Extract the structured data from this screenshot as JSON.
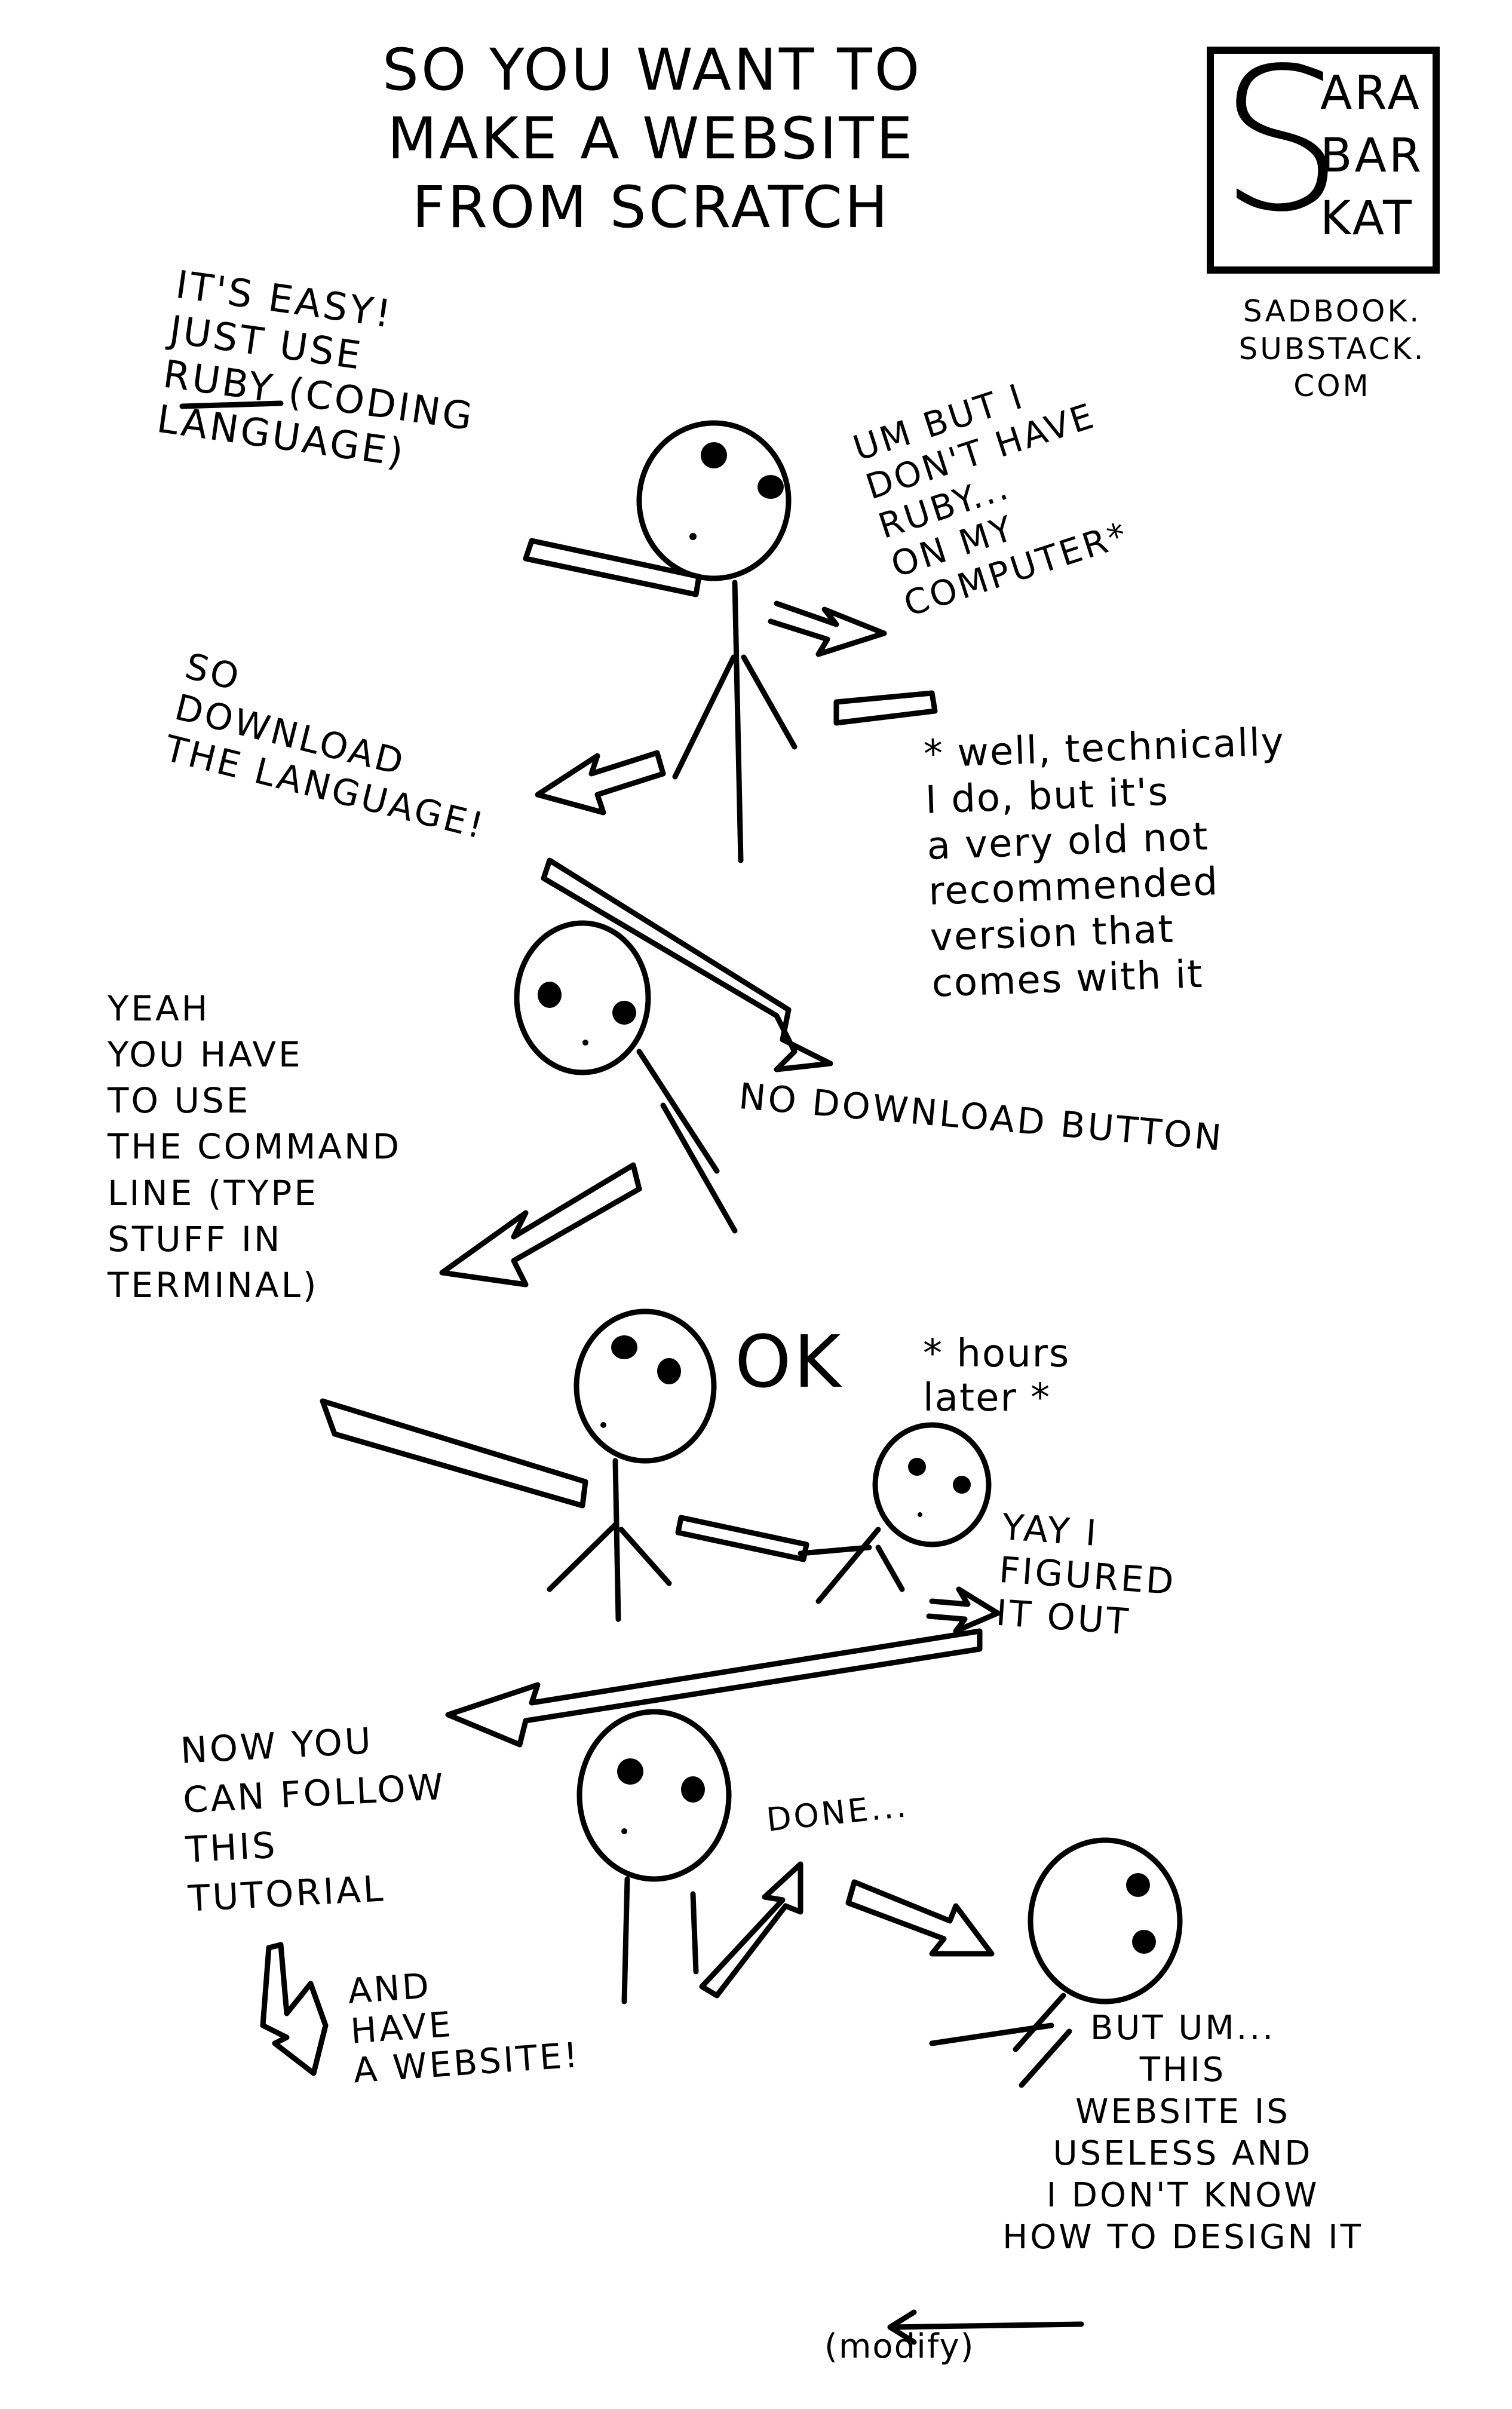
{
  "title": "So you want to\nmake a website\nfrom scratch",
  "logo": {
    "letter": "S",
    "words": [
      "ARA",
      "BAR",
      "KAT"
    ],
    "site": "SADBOOK.\nSUBSTACK.\nCOM"
  },
  "captions": {
    "easy": "IT'S EASY!\nJUST USE\nRUBY (CODING\nLANGUAGE)",
    "no_ruby": "UM BUT I\nDON'T HAVE\nRUBY...\nON MY\nCOMPUTER*",
    "footnote": "* well, technically\nI do, but it's\na very old not\nrecommended\nversion that\ncomes with it",
    "download": "SO\nDOWNLOAD\nTHE LANGUAGE!",
    "no_button": "NO DOWNLOAD BUTTON",
    "command_line": "YEAH\nYOU HAVE\nTO USE\nTHE COMMAND\nLINE (TYPE\nSTUFF IN\nTERMINAL)",
    "ok": "OK",
    "hours_later": "* hours\nlater *",
    "figured": "YAY I\nFIGURED\nIT OUT",
    "tutorial": "NOW YOU\nCAN FOLLOW\nTHIS\nTUTORIAL",
    "have_site": "AND\nHAVE\nA WEBSITE!",
    "done": "DONE...",
    "useless": "BUT UM...\nTHIS\nWEBSITE IS\nUSELESS AND\nI DON'T KNOW\nHOW TO DESIGN IT",
    "modify": "(modify)"
  }
}
